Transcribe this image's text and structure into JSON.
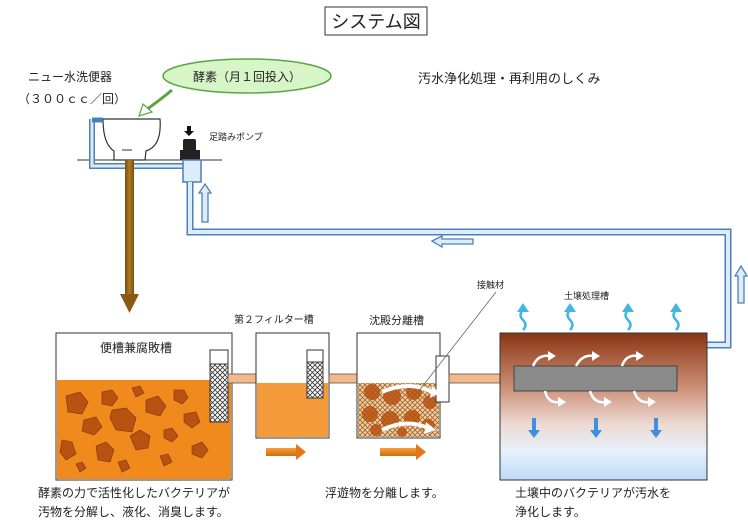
{
  "title": "システム図",
  "subtitle": "汚水浄化処理・再利用のしくみ",
  "toilet_label": [
    "ニュー水洗便器",
    "（３００ｃｃ／回）"
  ],
  "enzyme_label": "酵素（月１回投入）",
  "pump_label": "足踏みポンプ",
  "tank1_label": "便槽兼腐敗槽",
  "filter2_label": "第２フィルター槽",
  "sedimentation_label": "沈殿分離槽",
  "contact_label": "接触材",
  "soil_label": "土壌処理槽",
  "caption1": [
    "酵素の力で活性化したバクテリアが",
    "汚物を分解し、液化、消臭します。"
  ],
  "caption2": "浮遊物を分離します。",
  "caption3": [
    "土壌中のバクテリアが汚水を",
    "浄化します。"
  ],
  "colors": {
    "sludge": "#f08a1c",
    "sludge_dark": "#b85210",
    "pipe_fill": "#dcecf9",
    "pipe_stroke": "#4d7fb8",
    "enzyme_fill": "#d7f5c6",
    "enzyme_stroke": "#5aa543",
    "soil_top": "#8a3514",
    "soil_bottom": "#d6e9fb",
    "arrow_brown": "#9b6716",
    "vapor": "#3fb6e6"
  }
}
